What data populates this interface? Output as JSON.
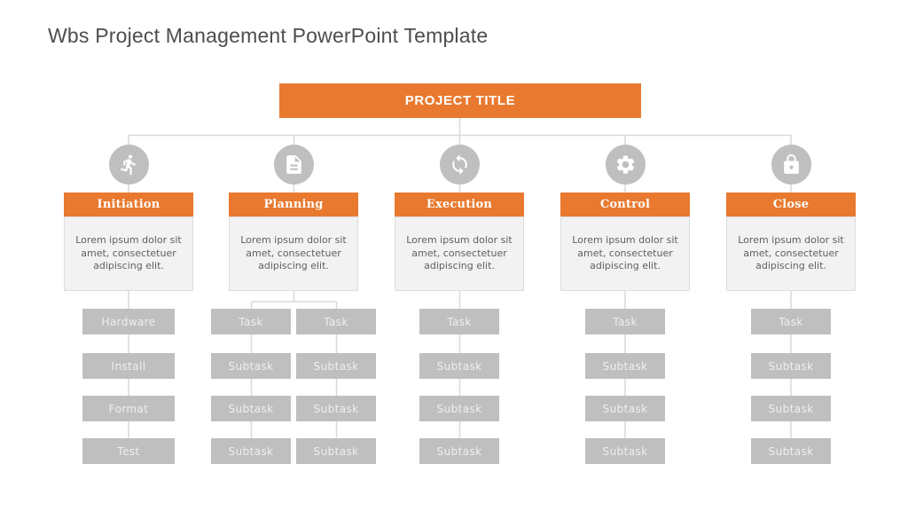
{
  "page_title": "Wbs Project Management PowerPoint Template",
  "root": {
    "label": "PROJECT TITLE"
  },
  "colors": {
    "accent_orange": "#e8792f",
    "box_gray": "#bfbfbf",
    "panel_gray": "#f2f2f2",
    "line_gray": "#d9d9d9",
    "text_gray": "#595959"
  },
  "columns": [
    {
      "label": "Initiation",
      "icon": "runner-icon",
      "description": "Lorem ipsum dolor sit amet, consectetuer adipiscing elit.",
      "tasks": [
        "Hardware",
        "Install",
        "Format",
        "Test"
      ]
    },
    {
      "label": "Planning",
      "icon": "document-icon",
      "description": "Lorem ipsum dolor sit amet, consectetuer adipiscing elit.",
      "task_groups": [
        [
          "Task",
          "Subtask",
          "Subtask",
          "Subtask"
        ],
        [
          "Task",
          "Subtask",
          "Subtask",
          "Subtask"
        ]
      ]
    },
    {
      "label": "Execution",
      "icon": "sync-icon",
      "description": "Lorem ipsum dolor sit amet, consectetuer adipiscing elit.",
      "tasks": [
        "Task",
        "Subtask",
        "Subtask",
        "Subtask"
      ]
    },
    {
      "label": "Control",
      "icon": "gear-icon",
      "description": "Lorem ipsum dolor sit amet, consectetuer adipiscing elit.",
      "tasks": [
        "Task",
        "Subtask",
        "Subtask",
        "Subtask"
      ]
    },
    {
      "label": "Close",
      "icon": "lock-icon",
      "description": "Lorem ipsum dolor sit amet, consectetuer adipiscing elit.",
      "tasks": [
        "Task",
        "Subtask",
        "Subtask",
        "Subtask"
      ]
    }
  ]
}
